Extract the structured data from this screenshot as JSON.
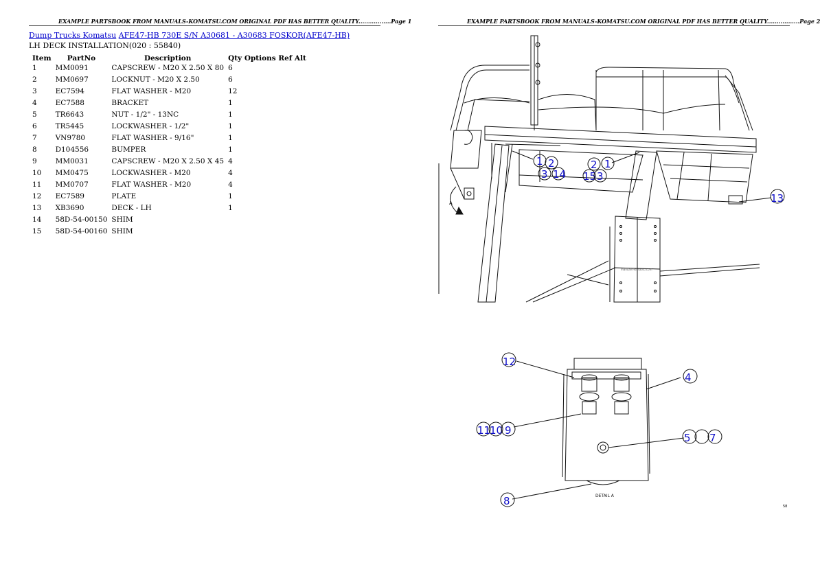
{
  "header": {
    "left": "EXAMPLE PARTSBOOK FROM MANUALS-KOMATSU.COM ORIGINAL PDF HAS BETTER QUALITY.................Page 1",
    "right": "EXAMPLE PARTSBOOK FROM MANUALS-KOMATSU.COM ORIGINAL PDF HAS BETTER QUALITY.................Page 2"
  },
  "breadcrumb": {
    "link1": "Dump Trucks Komatsu",
    "link2": "AFE47-HB 730E S/N A30681 - A30683 FOSKOR(AFE47-HB)"
  },
  "subtitle": "LH DECK INSTALLATION(020 : 55840)",
  "table": {
    "headers": {
      "item": "Item",
      "partno": "PartNo",
      "description": "Description",
      "qty": "Qty Options Ref Alt"
    },
    "rows": [
      {
        "item": "1",
        "partno": "MM0091",
        "description": "CAPSCREW - M20 X 2.50 X 80",
        "qty": "6"
      },
      {
        "item": "2",
        "partno": "MM0697",
        "description": "LOCKNUT - M20 X 2.50",
        "qty": "6"
      },
      {
        "item": "3",
        "partno": "EC7594",
        "description": "FLAT WASHER - M20",
        "qty": "12"
      },
      {
        "item": "4",
        "partno": "EC7588",
        "description": "BRACKET",
        "qty": "1"
      },
      {
        "item": "5",
        "partno": "TR6643",
        "description": "NUT - 1/2\" - 13NC",
        "qty": "1"
      },
      {
        "item": "6",
        "partno": "TR5445",
        "description": "LOCKWASHER - 1/2\"",
        "qty": "1"
      },
      {
        "item": "7",
        "partno": "VN9780",
        "description": "FLAT WASHER - 9/16\"",
        "qty": "1"
      },
      {
        "item": "8",
        "partno": "D104556",
        "description": "BUMPER",
        "qty": "1"
      },
      {
        "item": "9",
        "partno": "MM0031",
        "description": "CAPSCREW - M20 X 2.50 X 45",
        "qty": "4"
      },
      {
        "item": "10",
        "partno": "MM0475",
        "description": "LOCKWASHER - M20",
        "qty": "4"
      },
      {
        "item": "11",
        "partno": "MM0707",
        "description": "FLAT WASHER - M20",
        "qty": "4"
      },
      {
        "item": "12",
        "partno": "EC7589",
        "description": "PLATE",
        "qty": "1"
      },
      {
        "item": "13",
        "partno": "XB3690",
        "description": "DECK - LH",
        "qty": "1"
      },
      {
        "item": "14",
        "partno": "58D-54-00150",
        "description": "SHIM",
        "qty": ""
      },
      {
        "item": "15",
        "partno": "58D-54-00160",
        "description": "SHIM",
        "qty": ""
      }
    ]
  },
  "drawing": {
    "callouts_top": [
      "1",
      "2",
      "3",
      "14",
      "2",
      "1",
      "15",
      "3",
      "13"
    ],
    "callouts_detail": [
      "12",
      "4",
      "11",
      "10",
      "9",
      "5",
      "7",
      "8"
    ],
    "detail_label": "DETAIL A",
    "view_label": "A",
    "watermark": "manuals-komatsu.com",
    "sheet_number": "58"
  },
  "colors": {
    "link": "#0000cc",
    "callout": "#1010c8"
  }
}
